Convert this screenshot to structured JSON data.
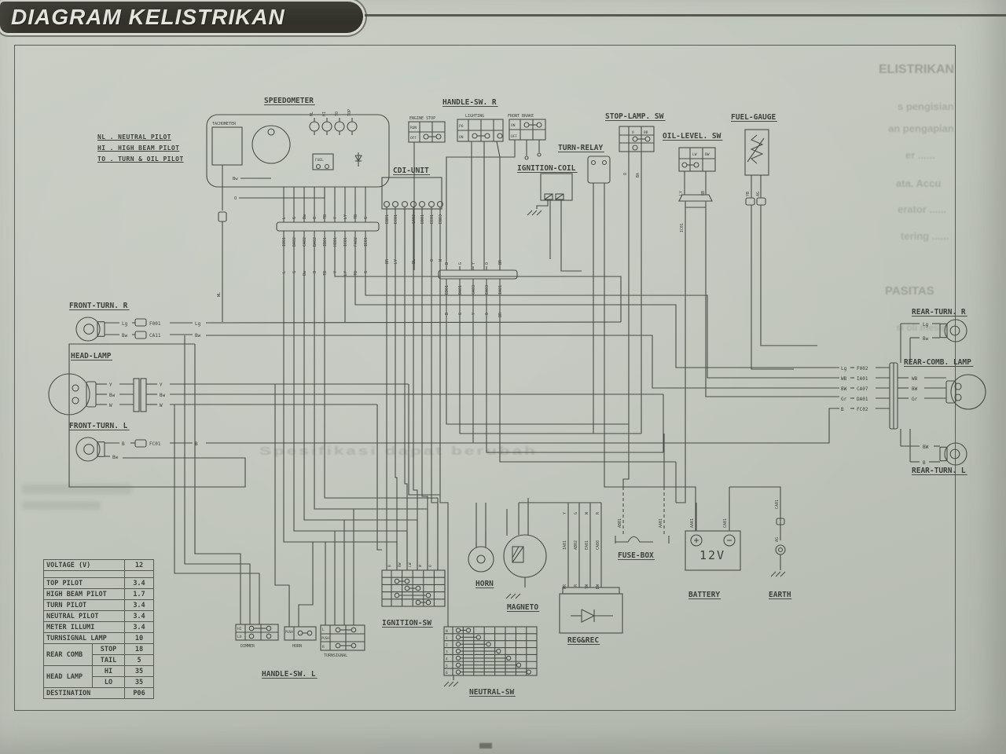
{
  "title": "DIAGRAM KELISTRIKAN",
  "colors": {
    "ink": "#484d45",
    "paper": "#c0c5bb",
    "banner": "#33332b"
  },
  "legend": [
    "NL . NEUTRAL PILOT",
    "HI . HIGH BEAM PILOT",
    "TO . TURN & OIL PILOT"
  ],
  "speedometer": {
    "label": "SPEEDOMETER",
    "tachometer": "TACHOMETER",
    "fuel": "FUEL",
    "pilots": [
      "NL",
      "HI",
      "TO",
      "TOP"
    ],
    "wire_top": [
      "L",
      "G",
      "Bw",
      "O",
      "TB",
      "Y",
      "LY",
      "TB",
      "G"
    ],
    "conn": [
      "IO01",
      "DA02",
      "CA02",
      "BA02",
      "IB01",
      "HI01",
      "IC01",
      "FA02",
      "IE01"
    ],
    "side_wires": [
      "Bw",
      "O",
      "WL"
    ]
  },
  "cdi": {
    "label": "CDI-UNIT",
    "pins": [
      "EB01",
      "EC01",
      "CA03",
      "ED01",
      "EE01",
      "EB03"
    ],
    "wires": [
      "BR",
      "LY",
      "BL",
      "O",
      "W"
    ]
  },
  "handle_r": {
    "label": "HANDLE-SW. R",
    "engine_stop": {
      "label": "ENGINE STOP",
      "rows": [
        "RUN",
        "OFF"
      ]
    },
    "lighting": {
      "label": "LIGHTING",
      "rows": [
        "PO",
        "ON"
      ]
    },
    "front_brake": {
      "label": "FRONT BRAKE",
      "rows": [
        "ON",
        "OFF"
      ]
    },
    "conn": [
      "ED01",
      "DA01",
      "CA03",
      "EA03",
      "IA01"
    ],
    "wires": [
      "B",
      "G",
      "Y",
      "O",
      "BR"
    ]
  },
  "ignition_coil": {
    "label": "IGNITION-COIL"
  },
  "turn_relay": {
    "label": "TURN-RELAY"
  },
  "stop_lamp_sw": {
    "label": "STOP-LAMP. SW",
    "cols": [
      "O",
      "BB"
    ],
    "wires": [
      "O",
      "BA"
    ]
  },
  "oil_level_sw": {
    "label": "OIL-LEVEL. SW",
    "cols": [
      "LW",
      "BW"
    ],
    "wires": [
      "LY",
      "RB"
    ],
    "conn": "IC01"
  },
  "fuel_gauge": {
    "label": "FUEL-GAUGE",
    "wires": [
      "YB",
      "AG"
    ]
  },
  "front_turn_r": {
    "label": "FRONT-TURN. R",
    "wires": [
      "Lg",
      "Bw"
    ],
    "conn": [
      "F001",
      "CA11"
    ]
  },
  "head_lamp": {
    "label": "HEAD-LAMP",
    "wires": [
      "Y",
      "Bw",
      "W"
    ]
  },
  "front_turn_l": {
    "label": "FRONT-TURN. L",
    "wires": [
      "B",
      "Bw"
    ],
    "conn": [
      "FC01"
    ]
  },
  "rear_turn_r": {
    "label": "REAR-TURN. R",
    "wires": [
      "Lg",
      "Bw"
    ]
  },
  "rear_comb": {
    "label": "REAR-COMB. LAMP",
    "wires": [
      "WB",
      "BW",
      "Gr"
    ],
    "codes_wire": [
      "Lg",
      "WB",
      "BW",
      "Gr",
      "B"
    ],
    "codes_conn": [
      "F002",
      "IA01",
      "CA07",
      "DA01",
      "FC02"
    ]
  },
  "rear_turn_l": {
    "label": "REAR-TURN. L",
    "wires": [
      "BW",
      "B"
    ]
  },
  "fuse_box": {
    "label": "FUSE-BOX",
    "conn": [
      "AB01",
      "AA01"
    ]
  },
  "battery": {
    "label": "BATTERY",
    "voltage": "12V",
    "conn": [
      "AA01",
      "CA01"
    ]
  },
  "earth": {
    "label": "EARTH",
    "conn": [
      "CA01",
      "AG"
    ]
  },
  "regrec": {
    "label": "REG&REC",
    "wires": [
      "WR",
      "R",
      "YW",
      "BW"
    ],
    "conn": [
      "IA01",
      "AB02",
      "EA01",
      "CA08"
    ]
  },
  "horn": {
    "label": "HORN"
  },
  "magneto": {
    "label": "MAGNETO",
    "wires": [
      "Y",
      "G",
      "W",
      "R"
    ]
  },
  "ignition_sw": {
    "label": "IGNITION-SW",
    "cols": [
      "B",
      "BW",
      "LW",
      "W",
      "O"
    ]
  },
  "handle_l": {
    "label": "HANDLE-SW. L",
    "dimmer": {
      "label": "DIMMER",
      "rows": [
        "HI",
        "LO"
      ]
    },
    "horn": {
      "label": "HORN",
      "rows": [
        "PUSH"
      ]
    },
    "turnsignal": {
      "label": "TURNSIGNAL",
      "rows": [
        "L",
        "PUSH",
        "R"
      ]
    }
  },
  "neutral_sw": {
    "label": "NEUTRAL-SW",
    "rows": [
      "N",
      "1",
      "2",
      "3",
      "4",
      "5",
      "6"
    ]
  },
  "spec_table": {
    "voltage": [
      "VOLTAGE (V)",
      "12"
    ],
    "rows": [
      [
        "TOP PILOT",
        "3.4"
      ],
      [
        "HIGH BEAM PILOT",
        "1.7"
      ],
      [
        "TURN PILOT",
        "3.4"
      ],
      [
        "NEUTRAL PILOT",
        "3.4"
      ],
      [
        "METER ILLUMI",
        "3.4"
      ],
      [
        "TURNSIGNAL LAMP",
        "10"
      ]
    ],
    "rear_comb": [
      "REAR COMB",
      "STOP",
      "18",
      "TAIL",
      "5"
    ],
    "head_lamp": [
      "HEAD LAMP",
      "HI",
      "35",
      "LO",
      "35"
    ],
    "destination": [
      "DESTINATION",
      "P06"
    ]
  },
  "bleedthrough": {
    "right": [
      "ELISTRIKAN",
      "s pengisian",
      "an pengapian",
      "er ......",
      "ata. Accu",
      "erator ......",
      "tering ......",
      "PASITAS",
      "si oli mesin"
    ],
    "center": "Spesifikasi dapat berubah"
  }
}
